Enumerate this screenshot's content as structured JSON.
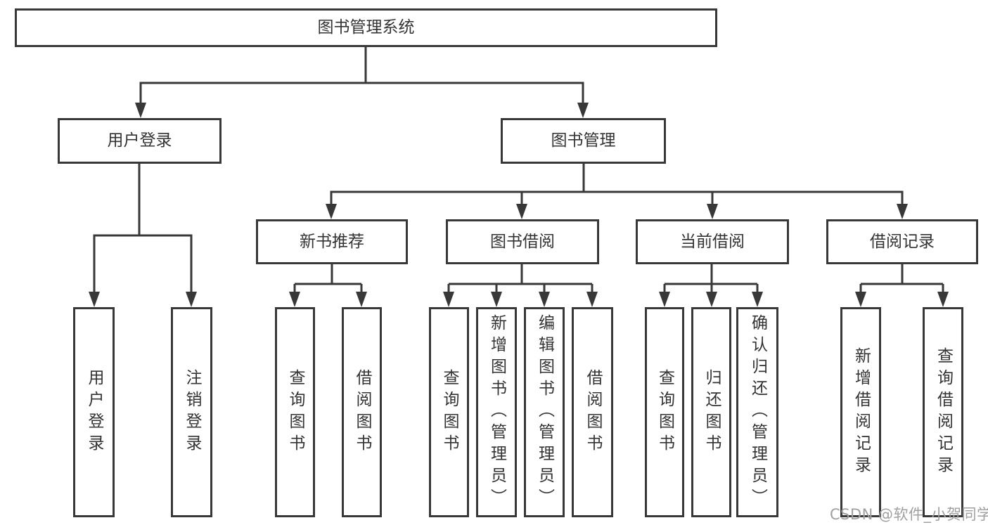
{
  "diagram": {
    "type": "tree",
    "title": "图书管理系统",
    "nodes": {
      "root": {
        "label": "图书管理系统"
      },
      "level2": [
        {
          "label": "用户登录",
          "parent": "图书管理系统"
        },
        {
          "label": "图书管理",
          "parent": "图书管理系统"
        }
      ],
      "level3": [
        {
          "label": "新书推荐",
          "parent": "图书管理"
        },
        {
          "label": "图书借阅",
          "parent": "图书管理"
        },
        {
          "label": "当前借阅",
          "parent": "图书管理"
        },
        {
          "label": "借阅记录",
          "parent": "图书管理"
        }
      ],
      "leaves": [
        {
          "label": "用户登录",
          "parent": "用户登录"
        },
        {
          "label": "注销登录",
          "parent": "用户登录"
        },
        {
          "label": "查询图书",
          "parent": "新书推荐"
        },
        {
          "label": "借阅图书",
          "parent": "新书推荐"
        },
        {
          "label": "查询图书",
          "parent": "图书借阅"
        },
        {
          "label": "新增图书（管理员）",
          "parent": "图书借阅"
        },
        {
          "label": "编辑图书（管理员）",
          "parent": "图书借阅"
        },
        {
          "label": "借阅图书",
          "parent": "图书借阅"
        },
        {
          "label": "查询图书",
          "parent": "当前借阅"
        },
        {
          "label": "归还图书",
          "parent": "当前借阅"
        },
        {
          "label": "确认归还（管理员）",
          "parent": "当前借阅"
        },
        {
          "label": "新增借阅记录",
          "parent": "借阅记录"
        },
        {
          "label": "查询借阅记录",
          "parent": "借阅记录"
        }
      ]
    },
    "colors": {
      "line": "#383838",
      "box_border": "#383838",
      "text": "#333333",
      "background": "#ffffff",
      "watermark": "#a0a0a0"
    },
    "watermark": {
      "text": "CSDN @软件_小贺同学"
    }
  }
}
